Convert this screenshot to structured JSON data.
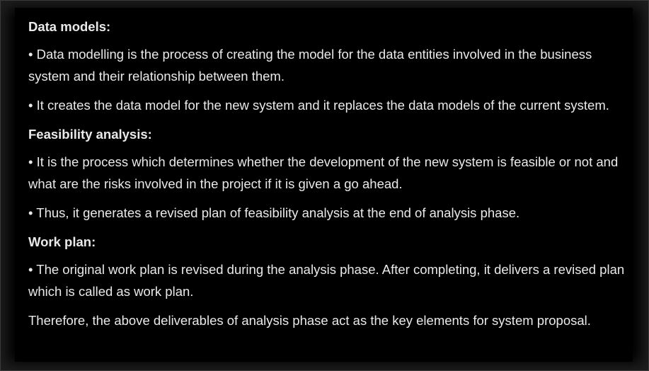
{
  "sections": [
    {
      "heading": "Data models:",
      "bullets": [
        "• Data modelling is the process of creating the model for the data entities involved in the business system and their relationship between them.",
        "• It creates the data model for the new system and it replaces the data models of the current system."
      ]
    },
    {
      "heading": "Feasibility analysis:",
      "bullets": [
        "• It is the process which determines whether the development of the new system is feasible or not and what are the risks involved in the project if it is given a go ahead.",
        "• Thus, it generates a revised plan of feasibility analysis at the end of analysis phase."
      ]
    },
    {
      "heading": "Work plan:",
      "bullets": [
        "• The original work plan is revised during the analysis phase. After completing, it delivers a revised plan which is called as work plan."
      ]
    }
  ],
  "conclusion": "Therefore, the above deliverables of analysis phase act as the key elements for system proposal."
}
